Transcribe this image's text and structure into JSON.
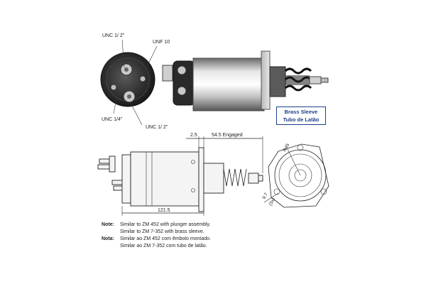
{
  "callouts": {
    "unc_half_top": "UNC 1/ 2\"",
    "unf_10": "UNF 10",
    "unc_quarter": "UNC 1/4\"",
    "unc_half_bottom": "UNC 1/ 2\""
  },
  "sleeve_box": {
    "line1": "Brass Sleeve",
    "line2": "Tubo de Latão"
  },
  "dimensions": {
    "offset": "2.5",
    "engaged": "54.5 Engaged",
    "length": "121.5",
    "radius": "R45",
    "hole": "9.7",
    "hole_count": "(3x)"
  },
  "notes": {
    "en_label": "Note:",
    "en_line1": "Similar to ZM 452 with plunger assembly.",
    "en_line2": "Similar to ZM 7-352 with brass sleeve.",
    "pt_label": "Nota:",
    "pt_line1": "Similar ao ZM 452 com êmbolo montado.",
    "pt_line2": "Similar ao ZM 7-352 com tubo de latão."
  },
  "colors": {
    "accent_blue": "#1b3f8a",
    "line": "#222222"
  }
}
